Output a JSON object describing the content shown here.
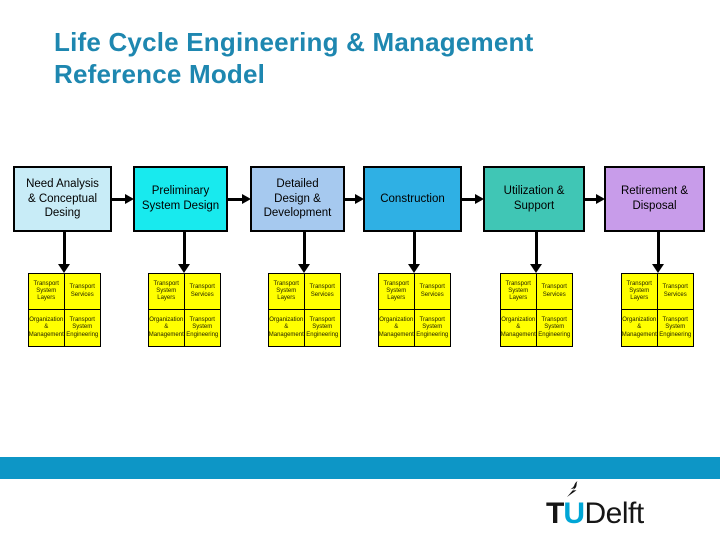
{
  "title": {
    "line1": "Life Cycle Engineering & Management",
    "line2": "Reference Model",
    "color": "#1E87B0"
  },
  "diagram": {
    "phases": [
      {
        "label": "Need Analysis & Conceptual Desing",
        "color": "#C8ECF7"
      },
      {
        "label": "Preliminary System Design",
        "color": "#18EAEE"
      },
      {
        "label": "Detailed Design & Development",
        "color": "#A6C9EF"
      },
      {
        "label": "Construction",
        "color": "#2FB0E4"
      },
      {
        "label": "Utilization & Support",
        "color": "#40C6B5"
      },
      {
        "label": "Retirement & Disposal",
        "color": "#C89CEA"
      }
    ],
    "matrix_cells": [
      "Transport System Layers",
      "Transport Services",
      "Organization & Management",
      "Transport System Engineering"
    ],
    "matrix_bg": "#FFFF00",
    "arrow_color": "#000000"
  },
  "footer": {
    "bar_color": "#0D96C6"
  },
  "logo": {
    "t": "T",
    "u": "U",
    "delft": "Delft",
    "u_color": "#00A6D6",
    "flame_color": "#111111",
    "flame_icon": "flame-icon"
  }
}
